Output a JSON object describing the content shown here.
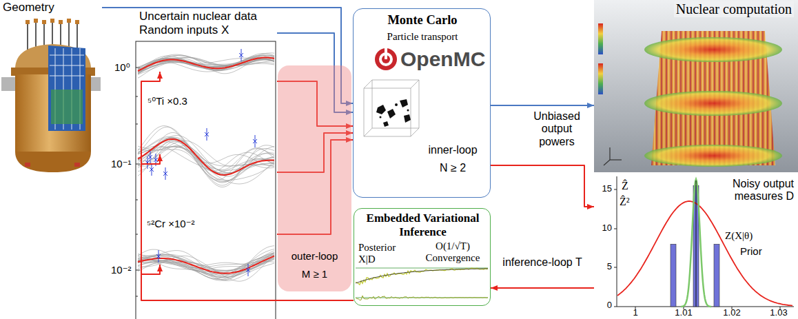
{
  "diagram": {
    "nodes": [
      {
        "text": [
          "Geometry"
        ]
      },
      {
        "text": [
          "Uncertain nuclear data Random inputs X"
        ]
      },
      {
        "text": [
          "Monte Carlo",
          "Particle transport",
          "OpenMC",
          "inner-loop",
          "N ≥ 2"
        ]
      },
      {
        "text": [
          "outer-loop",
          "M ≥ 1"
        ]
      },
      {
        "text": [
          "Embedded Variational Inference",
          "Posterior X|D",
          "O(1/√T) Convergence"
        ]
      },
      {
        "text": [
          "Nuclear computation"
        ]
      },
      {
        "text": [
          "Noisy output measures D"
        ]
      }
    ],
    "edges": [
      {
        "from": 0,
        "to": 2,
        "arrow": "to"
      },
      {
        "from": 1,
        "to": 2,
        "arrow": "to"
      },
      {
        "from": 1,
        "to": 2,
        "arrow": "to"
      },
      {
        "from": 2,
        "to": 5,
        "arrow": "to"
      },
      {
        "from": 2,
        "to": 6,
        "label": "Unbiased output powers",
        "arrow": "to"
      },
      {
        "from": 6,
        "to": 4,
        "label": "inference-loop T",
        "arrow": "to"
      },
      {
        "from": 4,
        "to": 1,
        "arrow": "to"
      }
    ],
    "labels": [
      "10⁰",
      "10⁻¹",
      "10⁻²",
      "⁵⁰Ti ×0.3",
      "⁵²Cr ×10⁻²",
      "Ẑ",
      "Ẑ²",
      "Z(X|θ)",
      "Prior",
      "15",
      "10",
      "5",
      "0",
      "1",
      "1.01",
      "1.02",
      "1.03"
    ]
  }
}
